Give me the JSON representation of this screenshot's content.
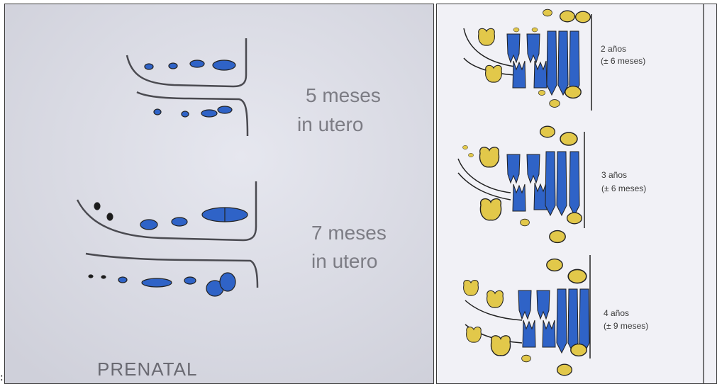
{
  "left_panel": {
    "stages": [
      {
        "line1": "5 meses",
        "line2": "in utero"
      },
      {
        "line1": "7 meses",
        "line2": "in utero"
      }
    ],
    "caption": "PRENATAL"
  },
  "right_panel": {
    "stages": [
      {
        "age": "2 años",
        "range": "(± 6 meses)"
      },
      {
        "age": "3 años",
        "range": "(± 6 meses)"
      },
      {
        "age": "4 años",
        "range": "(± 9 meses)"
      }
    ]
  },
  "colors": {
    "permanent_teeth": "#2f63c7",
    "deciduous_teeth": "#e2c84a",
    "outline": "#2a2a2a"
  },
  "trailing_text": ":"
}
